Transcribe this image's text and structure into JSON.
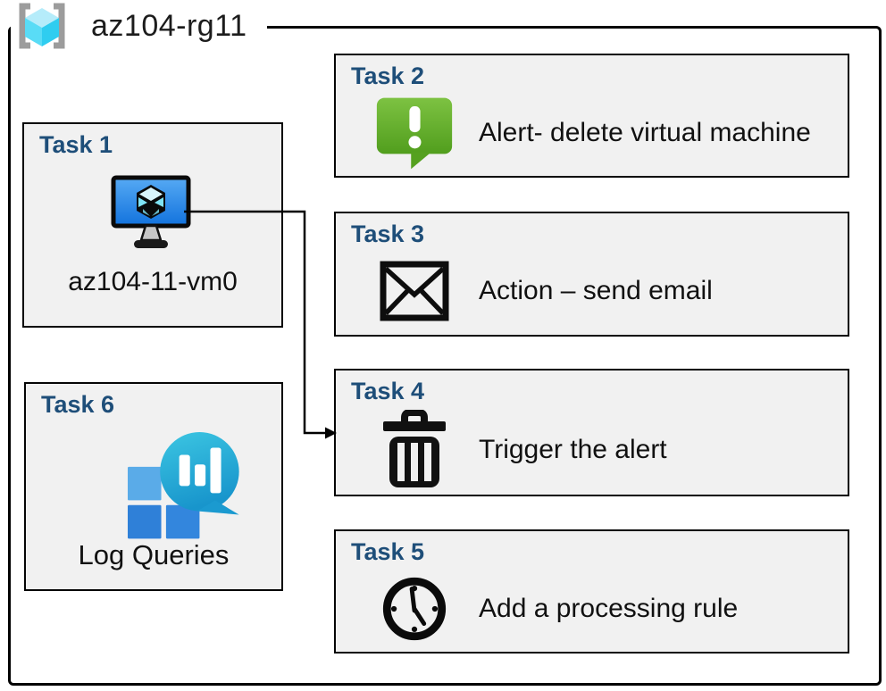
{
  "diagram": {
    "resource_group": {
      "name": "az104-rg11",
      "icon": "resource-group-icon"
    },
    "tasks": [
      {
        "id": "task-1",
        "label": "Task 1",
        "text": "az104-11-vm0",
        "icon": "virtual-machine-icon"
      },
      {
        "id": "task-2",
        "label": "Task 2",
        "text": "Alert- delete virtual machine",
        "icon": "alert-icon"
      },
      {
        "id": "task-3",
        "label": "Task 3",
        "text": "Action – send email",
        "icon": "email-icon"
      },
      {
        "id": "task-4",
        "label": "Task 4",
        "text": "Trigger the alert",
        "icon": "trash-icon"
      },
      {
        "id": "task-5",
        "label": "Task 5",
        "text": "Add a processing rule",
        "icon": "clock-icon"
      },
      {
        "id": "task-6",
        "label": "Task 6",
        "text": "Log Queries",
        "icon": "log-queries-icon"
      }
    ],
    "connector": {
      "from": "task-1",
      "to": "task-4"
    },
    "colors": {
      "task_title": "#1e4e79",
      "box_fill": "#f1f1f1",
      "box_border": "#000000",
      "alert_green_top": "#7dc242",
      "alert_green_bottom": "#519e1d",
      "vm_screen_top": "#56aaf4",
      "vm_screen_bottom": "#1272dd",
      "vm_cube_cyan": "#7fe3f5",
      "log_bubble_top": "#3cc6e2",
      "log_bubble_bottom": "#1895cc",
      "log_square_light": "#5aabe8",
      "log_square_dark": "#2f80d8",
      "rg_bracket": "#9c9c9c",
      "rg_cube_top": "#b5ecfa",
      "rg_cube_left": "#59dcf6",
      "rg_cube_right": "#2fcdf0"
    }
  }
}
